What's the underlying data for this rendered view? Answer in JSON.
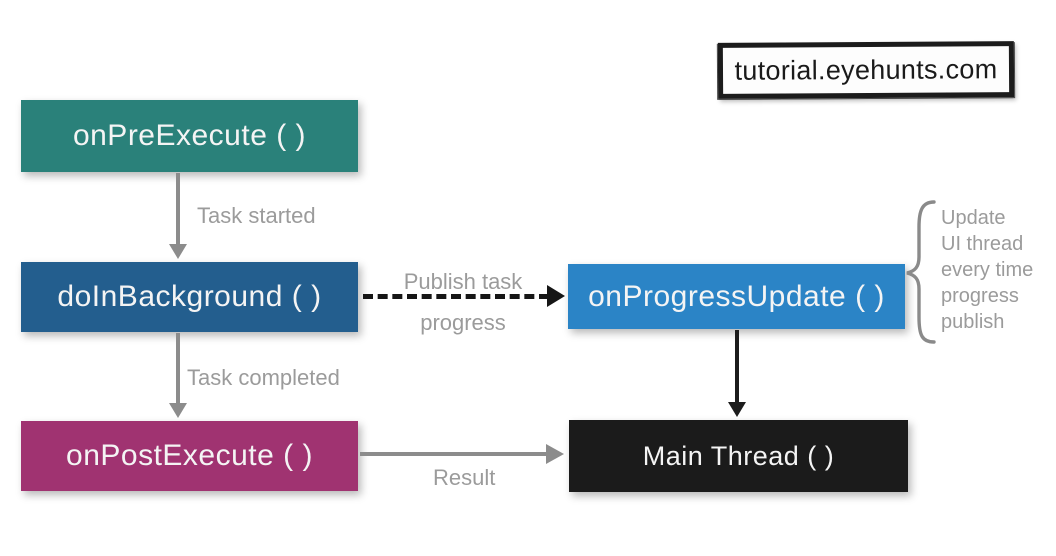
{
  "watermark": {
    "text": "tutorial.eyehunts.com"
  },
  "nodes": {
    "pre": {
      "label": "onPreExecute ( )",
      "color": "#2a817a"
    },
    "doin": {
      "label": "doInBackground ( )",
      "color": "#235e8e"
    },
    "progress": {
      "label": "onProgressUpdate ( )",
      "color": "#2b84c6"
    },
    "post": {
      "label": "onPostExecute ( )",
      "color": "#a03371"
    },
    "main": {
      "label": "Main Thread ( )",
      "color": "#1b1b1b"
    }
  },
  "edges": {
    "task_started": {
      "label": "Task started"
    },
    "publish_progress": {
      "line1": "Publish task",
      "line2": "progress"
    },
    "task_completed": {
      "label": "Task completed"
    },
    "result": {
      "label": "Result"
    }
  },
  "annotation": {
    "lines": [
      "Update",
      "UI thread",
      "every time",
      "progress",
      "publish"
    ]
  },
  "colors": {
    "arrow_gray": "#8c8c8c",
    "arrow_black": "#1c1c1c",
    "label_gray": "#9b9b9b",
    "background": "#ffffff"
  }
}
